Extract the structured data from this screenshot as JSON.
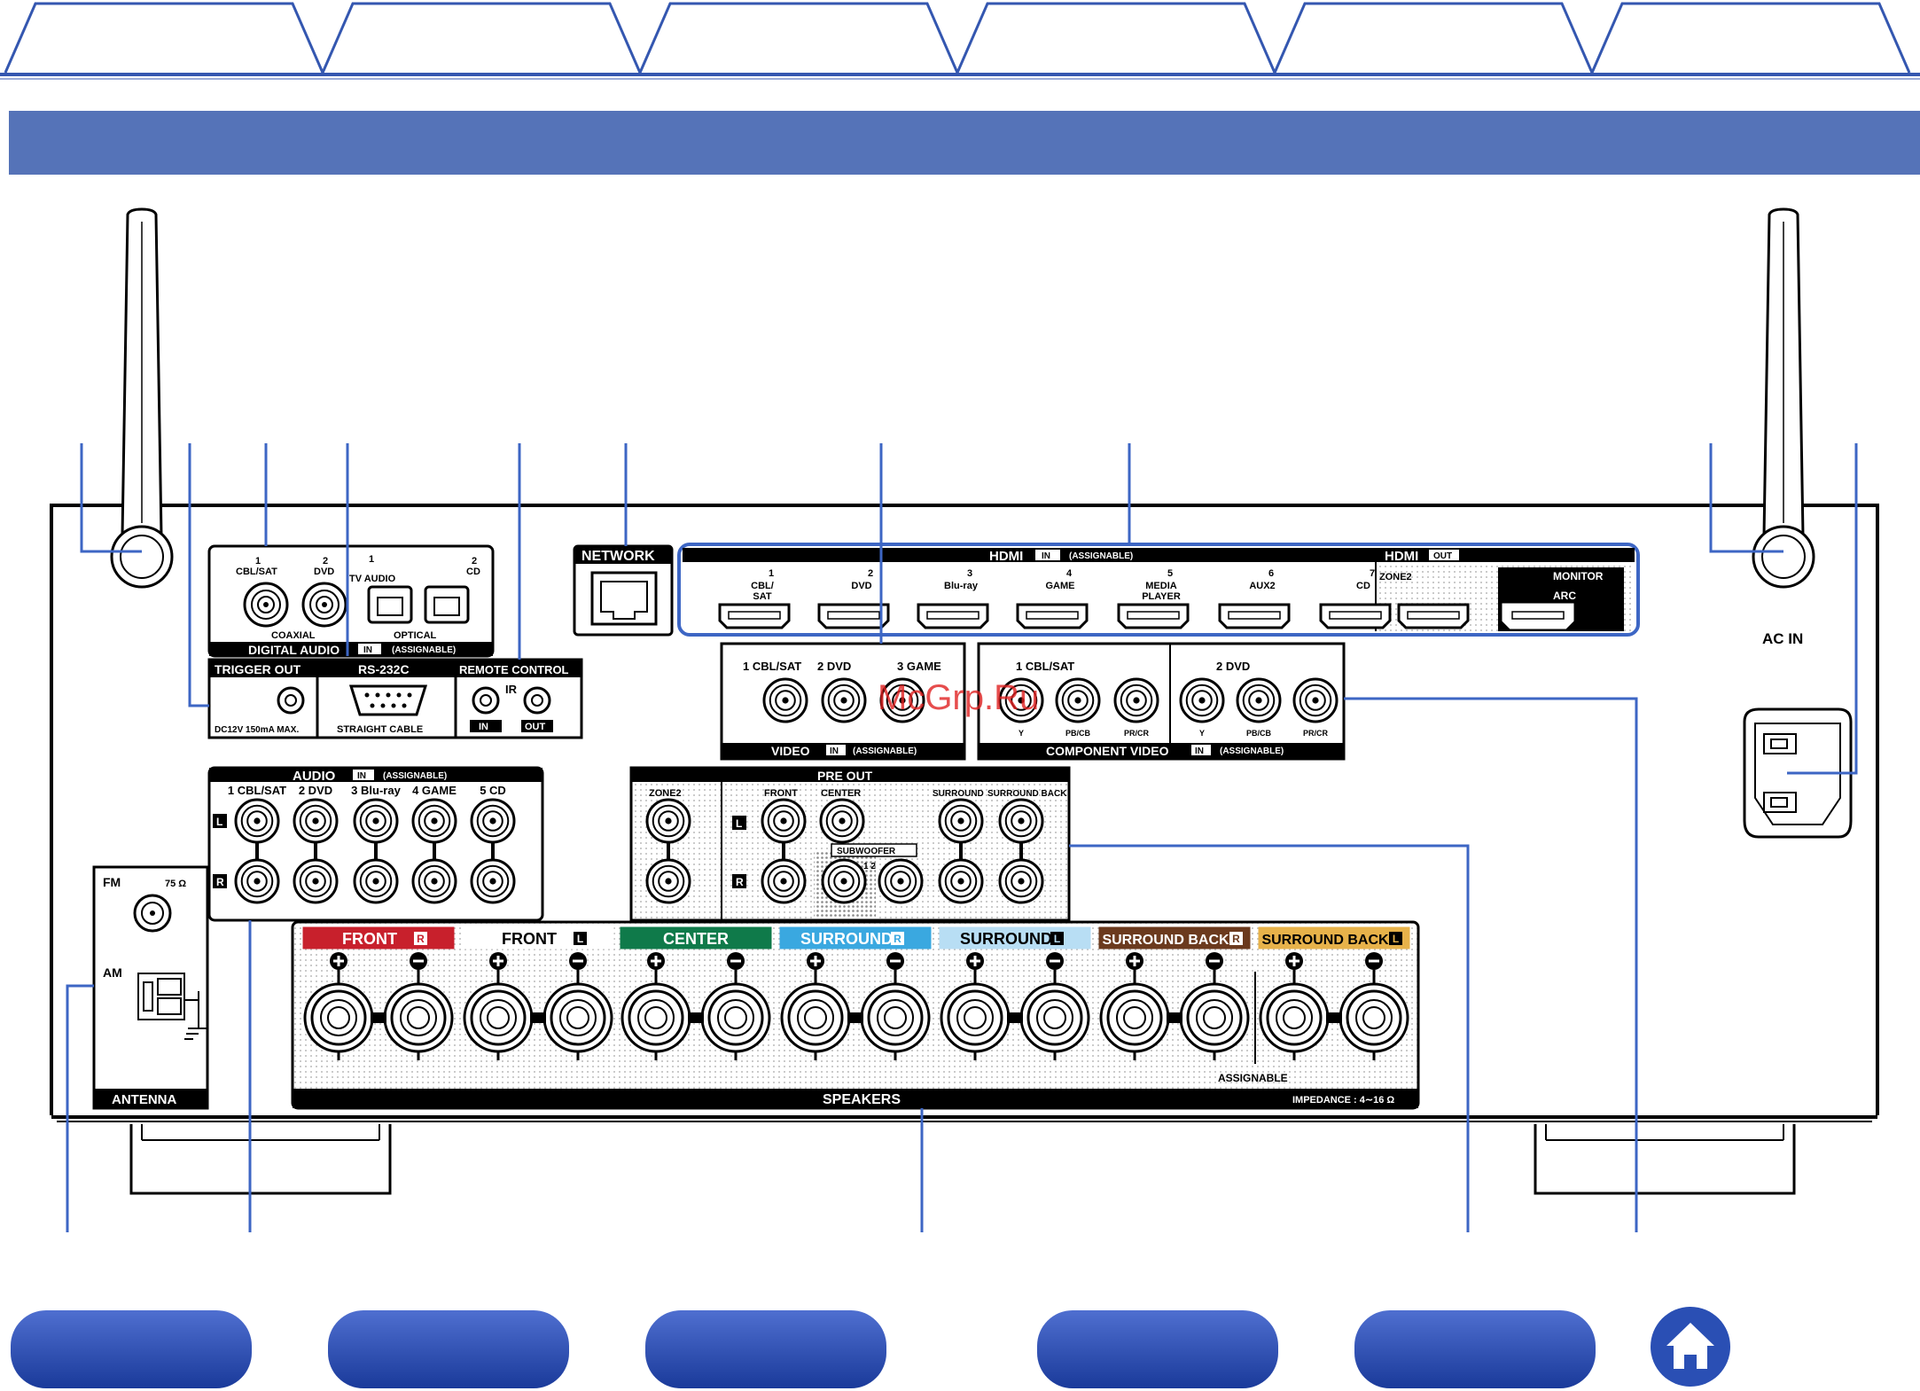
{
  "header": {
    "tabs": [
      "",
      "",
      "",
      "",
      "",
      ""
    ]
  },
  "watermark": "McGrp.Ru",
  "panel": {
    "digital_audio": {
      "title": "DIGITAL AUDIO",
      "in": "IN",
      "assignable": "(ASSIGNABLE)",
      "coaxial": "COAXIAL",
      "optical": "OPTICAL",
      "inputs": [
        {
          "num": "1",
          "name": "CBL/SAT"
        },
        {
          "num": "2",
          "name": "DVD"
        },
        {
          "num": "1",
          "name": "TV AUDIO"
        },
        {
          "num": "2",
          "name": "CD"
        }
      ]
    },
    "network": "NETWORK",
    "hdmi_in": {
      "title": "HDMI",
      "in": "IN",
      "assignable": "(ASSIGNABLE)",
      "inputs": [
        {
          "num": "1",
          "name": "CBL/ SAT"
        },
        {
          "num": "2",
          "name": "DVD"
        },
        {
          "num": "3",
          "name": "Blu-ray"
        },
        {
          "num": "4",
          "name": "GAME"
        },
        {
          "num": "5",
          "name": "MEDIA PLAYER"
        },
        {
          "num": "6",
          "name": "AUX2"
        },
        {
          "num": "7",
          "name": "CD"
        }
      ]
    },
    "hdmi_out": {
      "title": "HDMI",
      "out": "OUT",
      "zone2": "ZONE2",
      "monitor": "MONITOR",
      "arc": "ARC"
    },
    "ac_in": "AC IN",
    "trigger_out": {
      "title": "TRIGGER OUT",
      "spec": "DC12V 150mA MAX."
    },
    "rs232c": {
      "title": "RS-232C",
      "cable": "STRAIGHT CABLE"
    },
    "remote_control": {
      "title": "REMOTE CONTROL",
      "ir": "IR",
      "in": "IN",
      "out": "OUT"
    },
    "video": {
      "title": "VIDEO",
      "in": "IN",
      "assignable": "(ASSIGNABLE)",
      "inputs": [
        "1 CBL/SAT",
        "2 DVD",
        "3 GAME"
      ]
    },
    "component_video": {
      "title": "COMPONENT VIDEO",
      "in": "IN",
      "assignable": "(ASSIGNABLE)",
      "inputs": [
        "1 CBL/SAT",
        "2 DVD"
      ],
      "y": "Y",
      "pb": "PB/CB",
      "pr": "PR/CR"
    },
    "audio": {
      "title": "AUDIO",
      "in": "IN",
      "assignable": "(ASSIGNABLE)",
      "inputs": [
        "1 CBL/SAT",
        "2 DVD",
        "3 Blu-ray",
        "4 GAME",
        "5 CD"
      ],
      "l": "L",
      "r": "R"
    },
    "pre_out": {
      "title": "PRE OUT",
      "zone2": "ZONE2",
      "front": "FRONT",
      "center": "CENTER",
      "subwoofer": "SUBWOOFER",
      "sub_nums": "1 2",
      "surround": "SURROUND",
      "surround_back": "SURROUND BACK",
      "l": "L",
      "r": "R"
    },
    "antenna": {
      "title": "ANTENNA",
      "fm": "FM",
      "ohm": "75 Ω",
      "am": "AM"
    },
    "speakers": {
      "title": "SPEAKERS",
      "impedance": "IMPEDANCE : 4∼16 Ω",
      "assignable": "ASSIGNABLE",
      "channels": [
        {
          "name": "FRONT",
          "side": "R",
          "color": "#c8202c",
          "text": "#ffffff"
        },
        {
          "name": "FRONT",
          "side": "L",
          "color": "#ffffff",
          "text": "#000000"
        },
        {
          "name": "CENTER",
          "side": "",
          "color": "#0f7a4a",
          "text": "#ffffff"
        },
        {
          "name": "SURROUND",
          "side": "R",
          "color": "#3aa8e0",
          "text": "#ffffff"
        },
        {
          "name": "SURROUND",
          "side": "L",
          "color": "#b8def4",
          "text": "#000000"
        },
        {
          "name": "SURROUND BACK",
          "side": "R",
          "color": "#6b3a1e",
          "text": "#ffffff"
        },
        {
          "name": "SURROUND BACK",
          "side": "L",
          "color": "#e7b24a",
          "text": "#000000"
        }
      ]
    }
  },
  "footer": {
    "nav_buttons": [
      "",
      "",
      "",
      "",
      ""
    ],
    "home_icon": "home-icon"
  },
  "colors": {
    "accent": "#5573b8",
    "leader": "#3d66c4",
    "dark": "#000000"
  }
}
